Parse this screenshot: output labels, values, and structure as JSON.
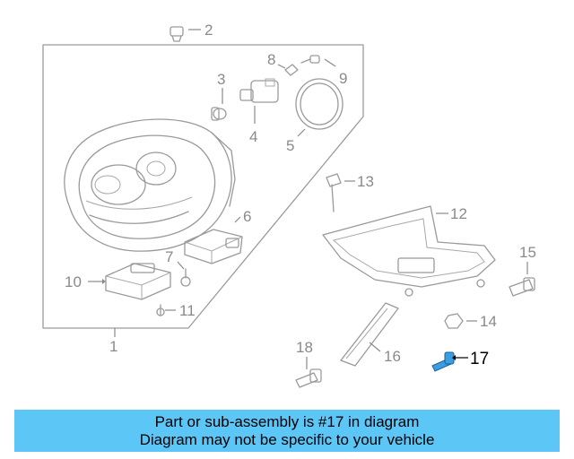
{
  "diagram": {
    "callouts": {
      "c1": "1",
      "c2": "2",
      "c3": "3",
      "c4": "4",
      "c5": "5",
      "c6": "6",
      "c7": "7",
      "c8": "8",
      "c9": "9",
      "c10": "10",
      "c11": "11",
      "c12": "12",
      "c13": "13",
      "c14": "14",
      "c15": "15",
      "c16": "16",
      "c17": "17",
      "c18": "18"
    },
    "highlight_part": "17",
    "highlight_color": "#3b9ee0"
  },
  "banner": {
    "line1": "Part or sub-assembly is #17 in diagram",
    "line2": "Diagram may not be specific to your vehicle",
    "background": "#5cc6f7"
  }
}
